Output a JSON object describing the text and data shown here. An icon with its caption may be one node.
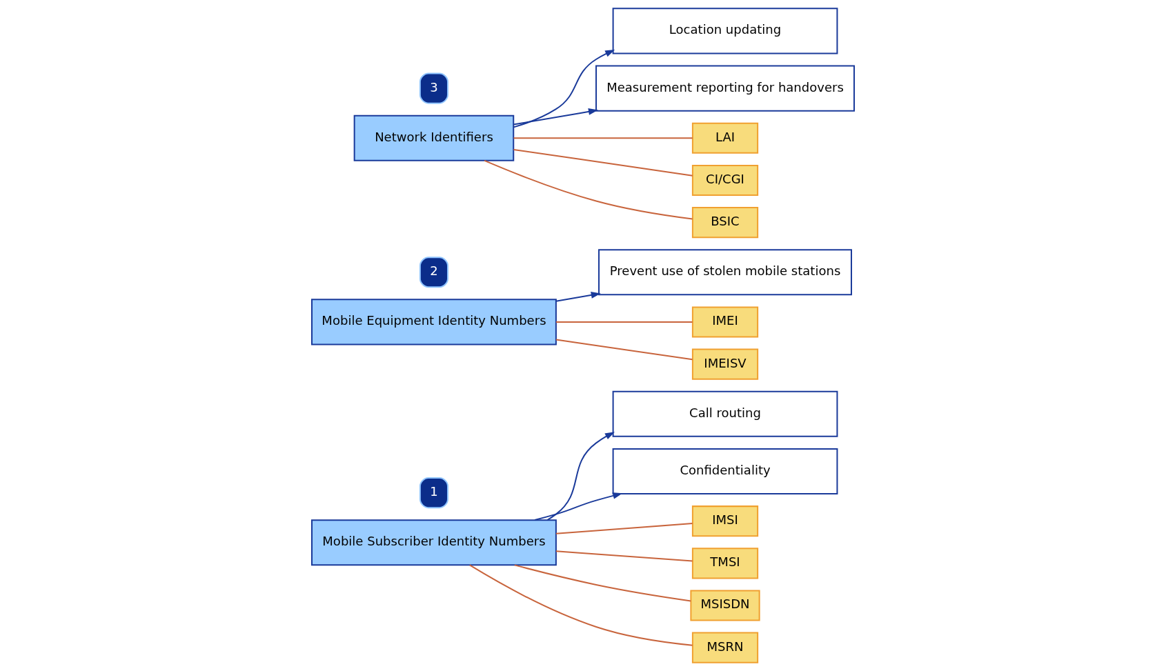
{
  "diagram": {
    "nodes": [
      {
        "text": [
          "1"
        ]
      },
      {
        "text": [
          "Mobile Subscriber Identity Numbers"
        ]
      },
      {
        "text": [
          "Call routing"
        ]
      },
      {
        "text": [
          "Confidentiality"
        ]
      },
      {
        "text": [
          "IMSI"
        ]
      },
      {
        "text": [
          "TMSI"
        ]
      },
      {
        "text": [
          "MSISDN"
        ]
      },
      {
        "text": [
          "MSRN"
        ]
      },
      {
        "text": [
          "2"
        ]
      },
      {
        "text": [
          "Mobile Equipment Identity Numbers"
        ]
      },
      {
        "text": [
          "Prevent use of stolen mobile stations"
        ]
      },
      {
        "text": [
          "IMEI"
        ]
      },
      {
        "text": [
          "IMEISV"
        ]
      },
      {
        "text": [
          "3"
        ]
      },
      {
        "text": [
          "Network Identifiers"
        ]
      },
      {
        "text": [
          "Location updating"
        ]
      },
      {
        "text": [
          "Measurement reporting for handovers"
        ]
      },
      {
        "text": [
          "LAI"
        ]
      },
      {
        "text": [
          "CI/CGI"
        ]
      },
      {
        "text": [
          "BSIC"
        ]
      }
    ],
    "edges": [
      {
        "from": 1,
        "to": 2,
        "arrow": "to",
        "color": "#1a3a9a"
      },
      {
        "from": 1,
        "to": 3,
        "arrow": "to",
        "color": "#1a3a9a"
      },
      {
        "from": 1,
        "to": 4,
        "arrow": "none"
      },
      {
        "from": 1,
        "to": 5,
        "arrow": "none"
      },
      {
        "from": 1,
        "to": 6,
        "arrow": "none"
      },
      {
        "from": 1,
        "to": 7,
        "arrow": "none"
      },
      {
        "from": 9,
        "to": 10,
        "arrow": "to",
        "color": "#1a3a9a"
      },
      {
        "from": 9,
        "to": 11,
        "arrow": "none"
      },
      {
        "from": 9,
        "to": 12,
        "arrow": "none"
      },
      {
        "from": 14,
        "to": 15,
        "arrow": "to",
        "color": "#1a3a9a"
      },
      {
        "from": 14,
        "to": 16,
        "arrow": "to",
        "color": "#1a3a9a"
      },
      {
        "from": 14,
        "to": 17,
        "arrow": "none"
      },
      {
        "from": 14,
        "to": 18,
        "arrow": "none"
      },
      {
        "from": 14,
        "to": 19,
        "arrow": "none"
      }
    ]
  }
}
